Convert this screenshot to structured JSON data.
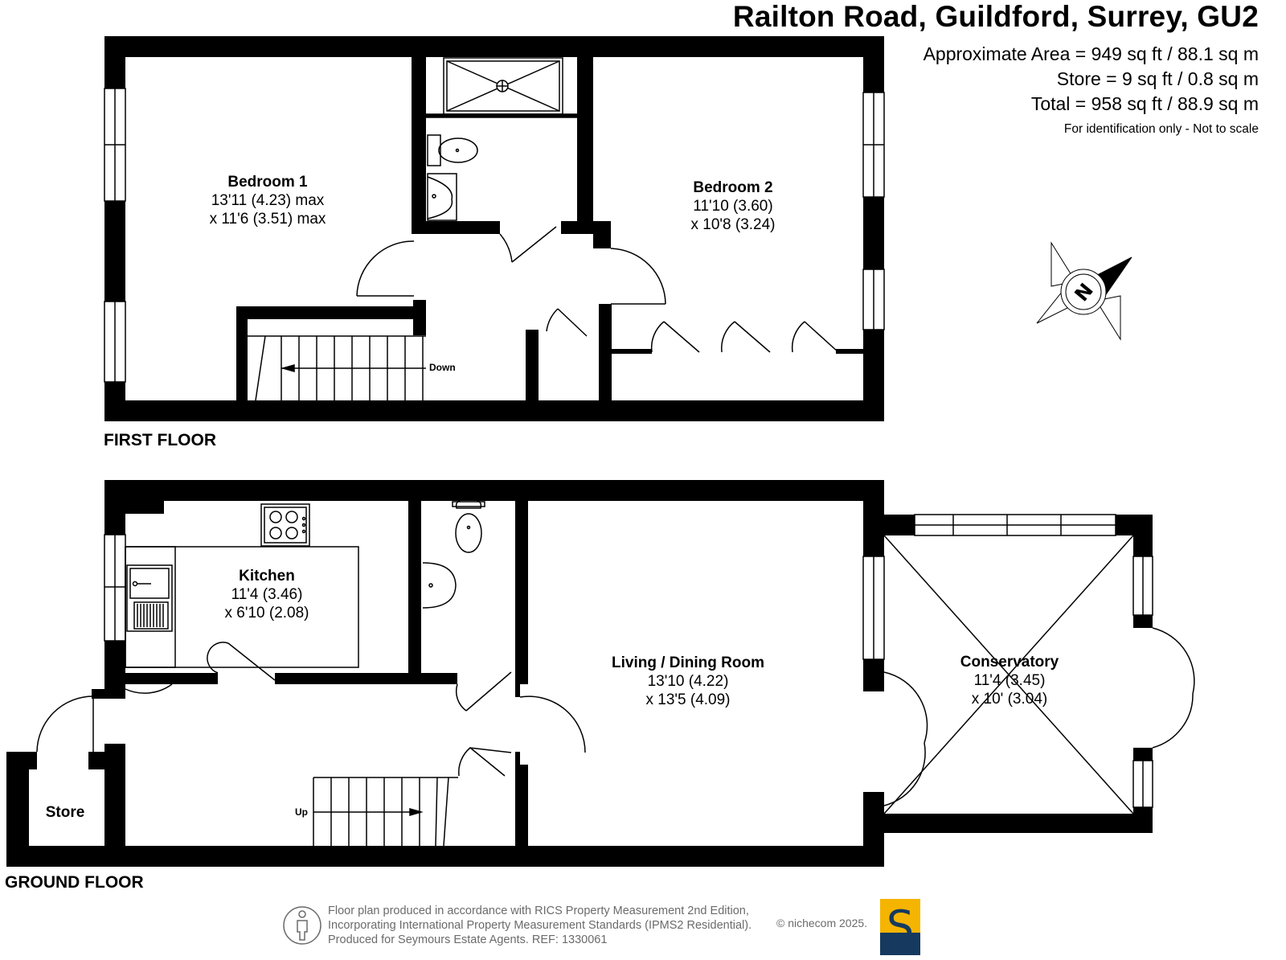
{
  "header": {
    "title": "Railton Road, Guildford, Surrey, GU2",
    "area": "Approximate Area = 949 sq ft / 88.1 sq m",
    "store": "Store = 9 sq ft / 0.8 sq m",
    "total": "Total = 958 sq ft / 88.9 sq m",
    "note": "For identification only - Not to scale"
  },
  "floors": {
    "first": "FIRST FLOOR",
    "ground": "GROUND FLOOR"
  },
  "rooms": {
    "bedroom1": {
      "name": "Bedroom 1",
      "dim1": "13'11 (4.23) max",
      "dim2": "x 11'6 (3.51) max"
    },
    "bedroom2": {
      "name": "Bedroom 2",
      "dim1": "11'10 (3.60)",
      "dim2": "x 10'8 (3.24)"
    },
    "kitchen": {
      "name": "Kitchen",
      "dim1": "11'4 (3.46)",
      "dim2": "x 6'10 (2.08)"
    },
    "living": {
      "name": "Living / Dining Room",
      "dim1": "13'10 (4.22)",
      "dim2": "x 13'5 (4.09)"
    },
    "conservatory": {
      "name": "Conservatory",
      "dim1": "11'4 (3.45)",
      "dim2": "x 10' (3.04)"
    },
    "store": {
      "name": "Store"
    }
  },
  "stairs": {
    "down": "Down",
    "up": "Up"
  },
  "compass": {
    "letter": "N"
  },
  "footer": {
    "line1": "Floor plan produced in accordance with RICS Property Measurement 2nd Edition,",
    "line2": "Incorporating International Property Measurement Standards (IPMS2 Residential).",
    "line3": "Produced for Seymours Estate Agents.   REF: 1330061",
    "copyright": "© nichecom 2025.",
    "logo_letter": "S"
  },
  "colors": {
    "wall": "#000000",
    "logo_yellow": "#f5b400",
    "logo_navy": "#163a5f",
    "footer_grey": "#6b6b6b"
  }
}
